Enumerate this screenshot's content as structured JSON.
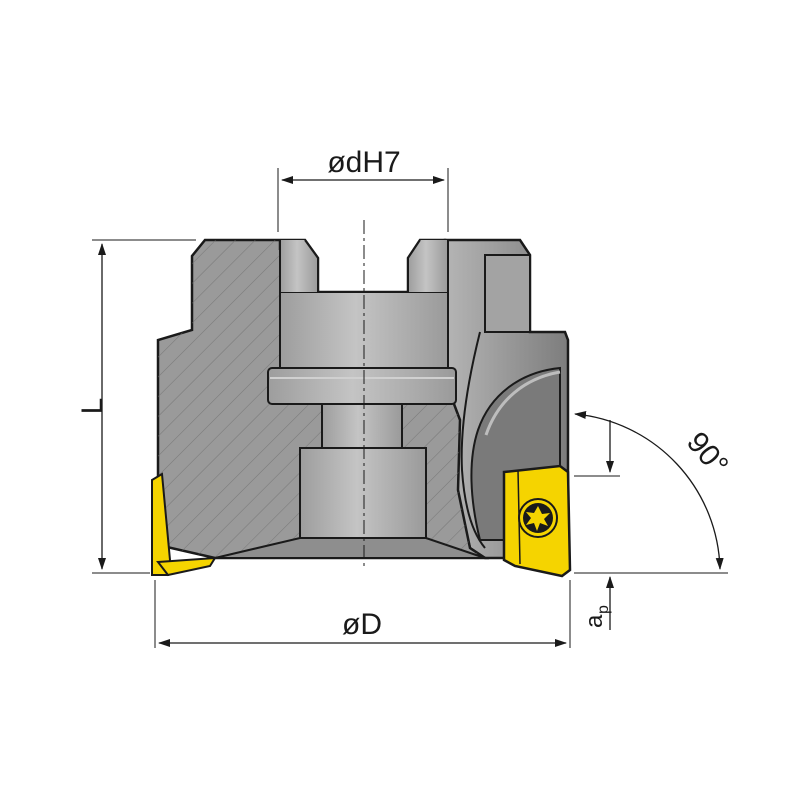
{
  "diagram": {
    "labels": {
      "bore_diameter": "ødH7",
      "length": "L",
      "outer_diameter": "øD",
      "lead_angle": "90°",
      "depth_of_cut_main": "a",
      "depth_of_cut_sub": "p"
    },
    "colors": {
      "outline": "#1a1a1a",
      "body_section": "#9a9a9a",
      "bore_surface": "#a6a6a6",
      "bore_highlight": "#bdbdbd",
      "body_side": "#8c8c8c",
      "insert": "#f5d400",
      "dimension_line": "#1a1a1a",
      "hatch": "#6e6e6e"
    },
    "icons": [
      "torx-screw-icon",
      "insert-icon"
    ]
  }
}
